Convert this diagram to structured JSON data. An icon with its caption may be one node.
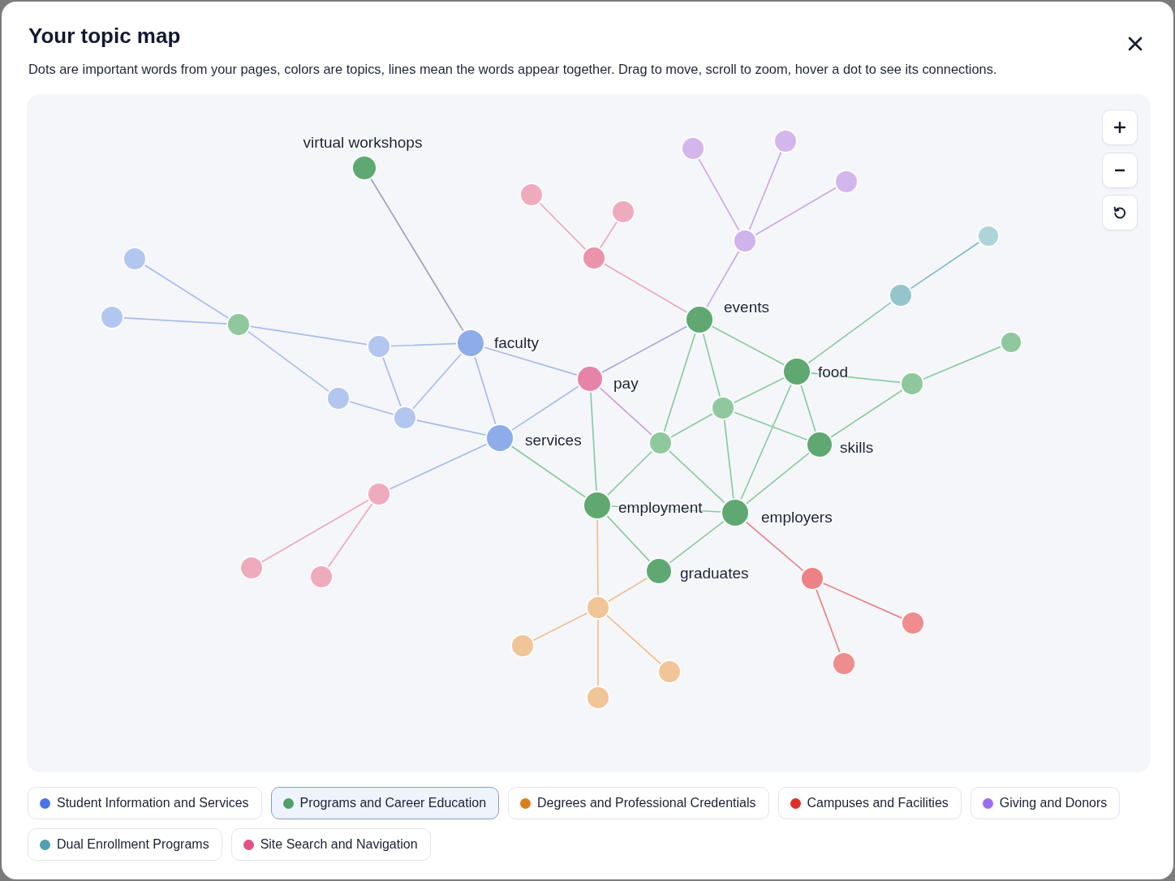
{
  "diagram": {
    "title": "Your topic map",
    "nodes": [
      {
        "text": [],
        "shape": "circle",
        "beside": [
          "virtual workshops"
        ]
      },
      {
        "text": [],
        "shape": "circle"
      },
      {
        "text": [],
        "shape": "circle"
      },
      {
        "text": [],
        "shape": "circle"
      },
      {
        "text": [],
        "shape": "circle"
      },
      {
        "text": [],
        "shape": "circle"
      },
      {
        "text": [],
        "shape": "circle"
      },
      {
        "text": [],
        "shape": "circle"
      },
      {
        "text": [],
        "shape": "circle"
      },
      {
        "text": [],
        "shape": "circle"
      },
      {
        "text": [],
        "shape": "circle"
      },
      {
        "text": [],
        "shape": "circle"
      },
      {
        "text": [],
        "shape": "circle"
      },
      {
        "text": [],
        "shape": "circle",
        "beside": [
          "events"
        ]
      },
      {
        "text": [],
        "shape": "circle",
        "beside": [
          "faculty"
        ]
      },
      {
        "text": [],
        "shape": "circle"
      },
      {
        "text": [],
        "shape": "circle"
      },
      {
        "text": [],
        "shape": "circle",
        "beside": [
          "pay"
        ]
      },
      {
        "text": [],
        "shape": "circle",
        "beside": [
          "food"
        ]
      },
      {
        "text": [],
        "shape": "circle"
      },
      {
        "text": [],
        "shape": "circle"
      },
      {
        "text": [],
        "shape": "circle",
        "beside": [
          "services"
        ]
      },
      {
        "text": [],
        "shape": "circle"
      },
      {
        "text": [],
        "shape": "circle"
      },
      {
        "text": [],
        "shape": "circle",
        "beside": [
          "skills"
        ]
      },
      {
        "text": [],
        "shape": "circle"
      },
      {
        "text": [],
        "shape": "circle"
      },
      {
        "text": [],
        "shape": "circle",
        "beside": [
          "employment"
        ]
      },
      {
        "text": [],
        "shape": "circle",
        "beside": [
          "employers"
        ]
      },
      {
        "text": [],
        "shape": "circle"
      },
      {
        "text": [],
        "shape": "circle"
      },
      {
        "text": [],
        "shape": "circle",
        "beside": [
          "graduates"
        ]
      },
      {
        "text": [],
        "shape": "circle"
      },
      {
        "text": [],
        "shape": "circle"
      },
      {
        "text": [],
        "shape": "circle"
      },
      {
        "text": [],
        "shape": "circle"
      },
      {
        "text": [],
        "shape": "circle"
      },
      {
        "text": [],
        "shape": "circle"
      },
      {
        "text": [],
        "shape": "circle"
      }
    ],
    "edges": [
      {
        "from": 0,
        "to": 14,
        "arrow": "none",
        "color": "#9fa3be"
      },
      {
        "from": 6,
        "to": 11,
        "arrow": "none",
        "color": "#a8bde9"
      },
      {
        "from": 10,
        "to": 11,
        "arrow": "none",
        "color": "#a8bde9"
      },
      {
        "from": 11,
        "to": 15,
        "arrow": "none",
        "color": "#a8bde9"
      },
      {
        "from": 11,
        "to": 19,
        "arrow": "none",
        "color": "#a8bde9"
      },
      {
        "from": 15,
        "to": 14,
        "arrow": "none",
        "color": "#a8bde9"
      },
      {
        "from": 15,
        "to": 20,
        "arrow": "none",
        "color": "#a8bde9"
      },
      {
        "from": 19,
        "to": 20,
        "arrow": "none",
        "color": "#a8bde9"
      },
      {
        "from": 20,
        "to": 14,
        "arrow": "none",
        "color": "#a8bde9"
      },
      {
        "from": 20,
        "to": 21,
        "arrow": "none",
        "color": "#a8bde9"
      },
      {
        "from": 14,
        "to": 21,
        "arrow": "none",
        "color": "#a8bde9"
      },
      {
        "from": 14,
        "to": 17,
        "arrow": "none",
        "color": "#a8bde9"
      },
      {
        "from": 21,
        "to": 17,
        "arrow": "none",
        "color": "#a8bde9"
      },
      {
        "from": 21,
        "to": 26,
        "arrow": "none",
        "color": "#a8bde9"
      },
      {
        "from": 26,
        "to": 29,
        "arrow": "none",
        "color": "#eeaabb"
      },
      {
        "from": 26,
        "to": 30,
        "arrow": "none",
        "color": "#eeaabb"
      },
      {
        "from": 17,
        "to": 13,
        "arrow": "none",
        "color": "#a9a6e6"
      },
      {
        "from": 17,
        "to": 27,
        "arrow": "none"
      },
      {
        "from": 17,
        "to": 23,
        "arrow": "none",
        "color": "#caa2d8"
      },
      {
        "from": 3,
        "to": 7,
        "arrow": "none",
        "color": "#eeaabb"
      },
      {
        "from": 4,
        "to": 7,
        "arrow": "none",
        "color": "#eeaabb"
      },
      {
        "from": 7,
        "to": 13,
        "arrow": "none",
        "color": "#eeaabb"
      },
      {
        "from": 1,
        "to": 8,
        "arrow": "none",
        "color": "#c9aae8"
      },
      {
        "from": 2,
        "to": 8,
        "arrow": "none",
        "color": "#c9aae8"
      },
      {
        "from": 5,
        "to": 8,
        "arrow": "none",
        "color": "#c9aae8"
      },
      {
        "from": 8,
        "to": 13,
        "arrow": "none",
        "color": "#c9aae8"
      },
      {
        "from": 13,
        "to": 23,
        "arrow": "none"
      },
      {
        "from": 13,
        "to": 22,
        "arrow": "none"
      },
      {
        "from": 13,
        "to": 18,
        "arrow": "none"
      },
      {
        "from": 18,
        "to": 12,
        "arrow": "none"
      },
      {
        "from": 12,
        "to": 9,
        "arrow": "none",
        "color": "#7fbcc3"
      },
      {
        "from": 18,
        "to": 25,
        "arrow": "none"
      },
      {
        "from": 25,
        "to": 16,
        "arrow": "none"
      },
      {
        "from": 25,
        "to": 24,
        "arrow": "none"
      },
      {
        "from": 18,
        "to": 22,
        "arrow": "none"
      },
      {
        "from": 18,
        "to": 24,
        "arrow": "none"
      },
      {
        "from": 18,
        "to": 28,
        "arrow": "none"
      },
      {
        "from": 22,
        "to": 23,
        "arrow": "none"
      },
      {
        "from": 22,
        "to": 24,
        "arrow": "none"
      },
      {
        "from": 22,
        "to": 28,
        "arrow": "none"
      },
      {
        "from": 23,
        "to": 27,
        "arrow": "none"
      },
      {
        "from": 23,
        "to": 28,
        "arrow": "none"
      },
      {
        "from": 21,
        "to": 27,
        "arrow": "none"
      },
      {
        "from": 27,
        "to": 28,
        "arrow": "none"
      },
      {
        "from": 27,
        "to": 31,
        "arrow": "none"
      },
      {
        "from": 28,
        "to": 31,
        "arrow": "none"
      },
      {
        "from": 28,
        "to": 24,
        "arrow": "none"
      },
      {
        "from": 28,
        "to": 32,
        "arrow": "none",
        "color": "#e98686"
      },
      {
        "from": 32,
        "to": 34,
        "arrow": "none",
        "color": "#e98686"
      },
      {
        "from": 32,
        "to": 36,
        "arrow": "none",
        "color": "#e98686"
      },
      {
        "from": 27,
        "to": 33,
        "arrow": "none",
        "color": "#efc08e"
      },
      {
        "from": 31,
        "to": 33,
        "arrow": "none",
        "color": "#efc08e"
      },
      {
        "from": 33,
        "to": 35,
        "arrow": "none",
        "color": "#efc08e"
      },
      {
        "from": 33,
        "to": 38,
        "arrow": "none",
        "color": "#efc08e"
      },
      {
        "from": 33,
        "to": 37,
        "arrow": "none",
        "color": "#efc08e"
      }
    ],
    "labels": [
      "Dots are important words from your pages, colors are topics, lines mean the words appear together. Drag to move, scroll to zoom, hover a dot to see its connections."
    ],
    "legend": [
      {
        "text": "Student Information and Services",
        "color": "#4a74e8"
      },
      {
        "text": "Programs and Career Education",
        "color": "#4f9f66"
      },
      {
        "text": "Degrees and Professional Credentials",
        "color": "#d97f1a"
      },
      {
        "text": "Campuses and Facilities",
        "color": "#e0302a"
      },
      {
        "text": "Giving and Donors",
        "color": "#9b6cf0"
      },
      {
        "text": "Dual Enrollment Programs",
        "color": "#4f9fb3"
      },
      {
        "text": "Site Search and Navigation",
        "color": "#e15187"
      }
    ]
  }
}
